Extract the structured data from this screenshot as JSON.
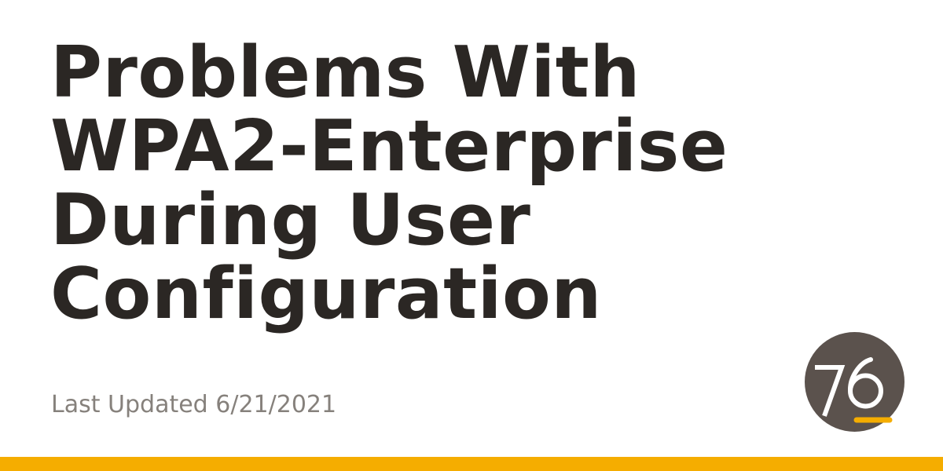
{
  "title_lines": [
    "Problems With",
    "WPA2-Enterprise",
    "During User",
    "Configuration"
  ],
  "last_updated": "Last Updated 6/21/2021",
  "logo": {
    "icon": "seventy-six-logo-icon",
    "text": "76"
  },
  "colors": {
    "title": "#2b2724",
    "meta": "#86817c",
    "logo_circle": "#5b524d",
    "accent": "#f5ad00",
    "background": "#ffffff"
  }
}
